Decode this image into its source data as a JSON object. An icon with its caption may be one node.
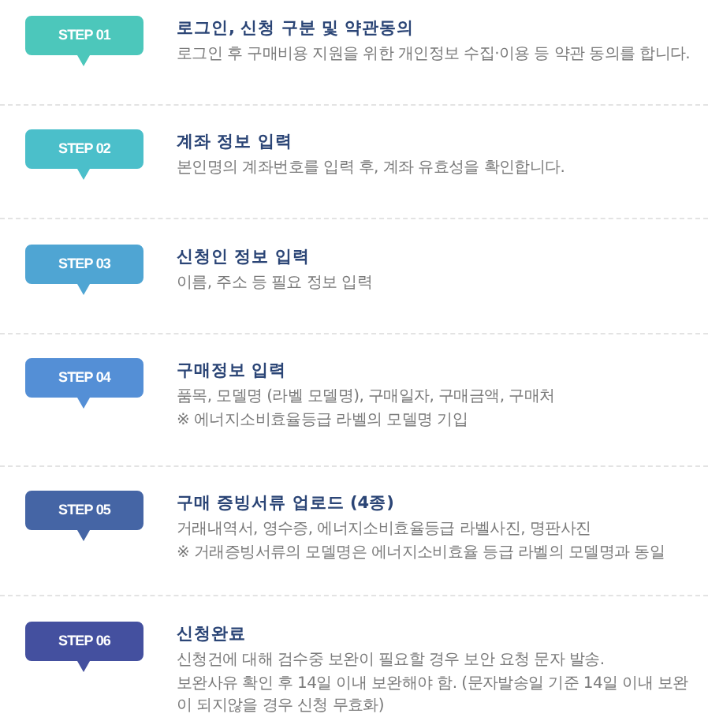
{
  "diagram": {
    "nodes": [
      {
        "text": [
          "STEP 01"
        ],
        "beside": [
          "로그인, 신청 구분 및 약관동의",
          "로그인 후 구매비용 지원을 위한 개인정보 수집·이용 등 약관 동의를 합니다."
        ]
      },
      {
        "text": [
          "STEP 02"
        ],
        "beside": [
          "계좌 정보 입력",
          "본인명의 계좌번호를 입력 후, 계좌 유효성을 확인합니다."
        ]
      },
      {
        "text": [
          "STEP 03"
        ],
        "beside": [
          "신청인 정보 입력",
          "이름, 주소 등 필요 정보 입력"
        ]
      },
      {
        "text": [
          "STEP 04"
        ],
        "beside": [
          "구매정보 입력",
          "품목, 모델명 (라벨 모델명), 구매일자, 구매금액, 구매처",
          "※ 에너지소비효율등급 라벨의 모델명 기입"
        ]
      },
      {
        "text": [
          "STEP 05"
        ],
        "beside": [
          "구매 증빙서류 업로드 (4종)",
          "거래내역서, 영수증, 에너지소비효율등급 라벨사진, 명판사진",
          "※ 거래증빙서류의 모델명은 에너지소비효율 등급 라벨의 모델명과 동일"
        ]
      },
      {
        "text": [
          "STEP 06"
        ],
        "beside": [
          "신청완료",
          "신청건에 대해 검수중 보완이 필요할 경우 보안 요청 문자 발송.",
          "보완사유 확인 후 14일 이내 보완해야 함. (문자발송일 기준 14일 이내 보완이 되지않을 경우 신청 무효화)"
        ]
      }
    ]
  }
}
